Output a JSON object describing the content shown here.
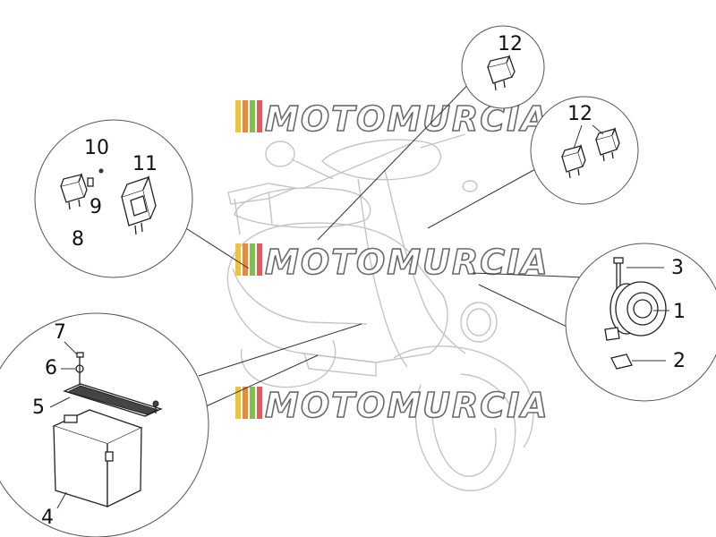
{
  "watermark": {
    "text": "MOTOMURCIA",
    "stripe_colors": [
      "#f2c23a",
      "#e98a3a",
      "#7fbf4f",
      "#e25a5a"
    ]
  },
  "labels": [
    "1",
    "2",
    "3",
    "4",
    "5",
    "6",
    "7",
    "8",
    "9",
    "10",
    "11",
    "12",
    "12"
  ],
  "colors": {
    "stroke": "#222222",
    "scooter_outline": "#c4c4c4",
    "leader": "#333333"
  }
}
